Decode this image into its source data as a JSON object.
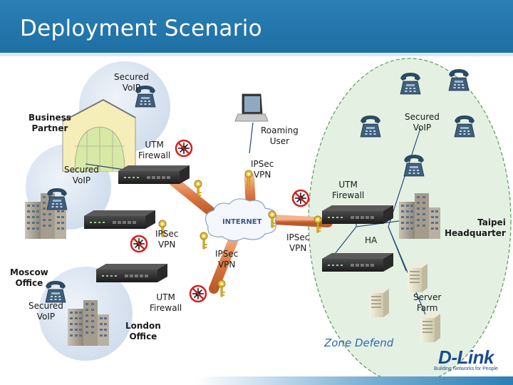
{
  "title": "Deployment Scenario",
  "labels": {
    "secured_voip_top": "Secured\nVoIP",
    "business_partner": "Business\nPartner",
    "utm_firewall_partner": "UTM\nFirewall",
    "secured_voip_left": "Secured\nVoIP",
    "roaming_user": "Roaming\nUser",
    "ipsec_vpn_roaming": "IPSec\nVPN",
    "secured_voip_hq": "Secured\nVoIP",
    "utm_firewall_hq": "UTM\nFirewall",
    "taipei_hq": "Taipei\nHeadquarter",
    "internet": "INTERNET",
    "ipsec_vpn_left": "IPSec\nVPN",
    "ipsec_vpn_center": "IPSec\nVPN",
    "ipsec_vpn_right": "IPSec\nVPN",
    "ha": "HA",
    "moscow_office": "Moscow\nOffice",
    "secured_voip_moscow": "Secured\nVoIP",
    "utm_firewall_london": "UTM\nFirewall",
    "london_office": "London\nOffice",
    "server_farm": "Server\nFarm",
    "zone_defend": "Zone Defend"
  },
  "logo": {
    "word": "D-Link",
    "tagline": "Building Networks for People"
  },
  "colors": {
    "header": "#2a7fb4",
    "zone": "#dfeedd",
    "zone_border": "#4a9a4a",
    "vpn_tube": "#e0804a",
    "voip_circle": "#d5e2f0",
    "logo": "#1a4b8f"
  },
  "icons": {
    "phone": "ip-phone-icon",
    "firewall": "utm-firewall-icon",
    "building": "office-building-icon",
    "laptop": "laptop-icon",
    "key": "key-icon",
    "virus_block": "virus-block-icon",
    "cloud": "internet-cloud-icon",
    "server": "server-icon"
  }
}
